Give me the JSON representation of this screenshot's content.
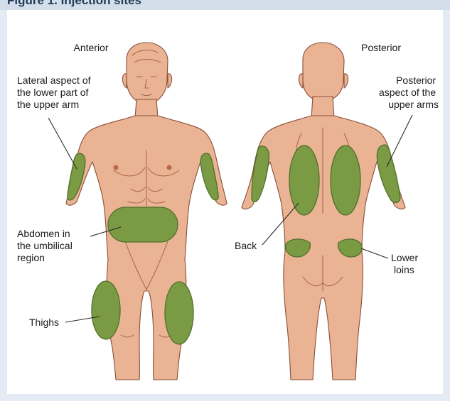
{
  "figure": {
    "title_fragment": "Figure 1. Injection sites",
    "views": {
      "anterior": "Anterior",
      "posterior": "Posterior"
    },
    "labels": {
      "upper_arm_lateral": [
        "Lateral aspect of",
        "the lower part of",
        "the upper arm"
      ],
      "abdomen": [
        "Abdomen in",
        "the umbilical",
        "region"
      ],
      "thighs": "Thighs",
      "upper_arm_posterior": [
        "Posterior",
        "aspect of the",
        "upper arms"
      ],
      "back": "Back",
      "lower_loins": [
        "Lower",
        "loins"
      ]
    },
    "colors": {
      "skin": "#e9b394",
      "outline": "#8a4f37",
      "injection_site": "#7a9a43",
      "background": "#e4ebf4"
    }
  }
}
